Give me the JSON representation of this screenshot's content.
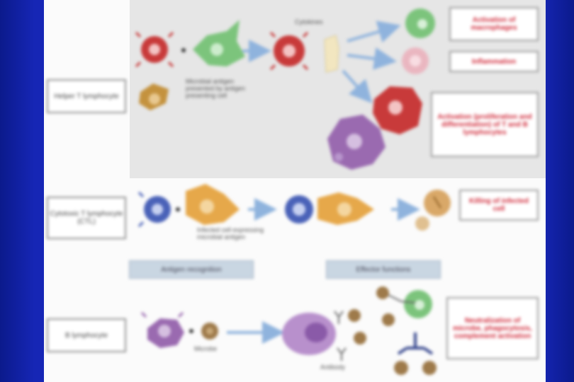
{
  "rows": {
    "helper": {
      "label": "Helper T lymphocyte"
    },
    "cytotoxic": {
      "label": "Cytotoxic T lymphocyte (CTL)"
    },
    "b": {
      "label": "B lymphocyte"
    }
  },
  "annotations": {
    "cytokines": "Cytokines",
    "microbial_antigen": "Microbial antigen presented by antigen presenting cell",
    "infected_cell": "Infected cell expressing microbial antigen",
    "microbe": "Microbe",
    "antibody": "Antibody"
  },
  "stages": {
    "recognition": "Antigen recognition",
    "effector": "Effector functions"
  },
  "outcomes": {
    "macrophages": "Activation of macrophages",
    "inflammation": "Inflammation",
    "activation_tb": "Activation (proliferation and differentiation) of T and B lymphocytes",
    "killing": "Killing of infected cell",
    "neutralization": "Neutralization of microbe, phagocytosis, complement activation"
  },
  "colors": {
    "helper_cell": "#c83a3a",
    "apc": "#7cc47c",
    "cytotoxic_cell": "#4a62b8",
    "infected_cell": "#e6a84a",
    "b_cell": "#9a6ab0",
    "arrow": "#8fb3dd",
    "outcome_text": "#d02a3a"
  }
}
